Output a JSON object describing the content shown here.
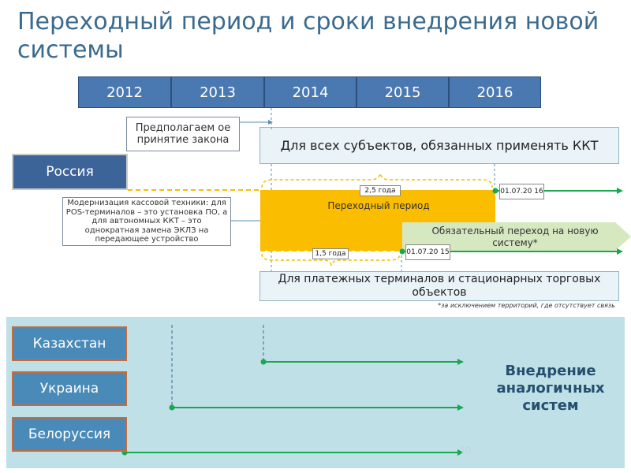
{
  "title": "Переходный период и сроки внедрения новой системы",
  "years": [
    "2012",
    "2013",
    "2014",
    "2015",
    "2016"
  ],
  "note_law": "Предполагаем ое принятие закона",
  "box_all": "Для всех субъектов, обязанных применять ККТ",
  "russia": "Россия",
  "note_modernization": "Модернизация кассовой техники: для POS-терминалов – это установка ПО, а для автономных ККТ – это однократная замена ЭКЛЗ на передающее устройство",
  "transition_label": "Переходный период",
  "mandatory_label": "Обязательный переход на новую систему*",
  "tag_25": "2,5 года",
  "tag_15": "1,5 года",
  "date_2016": "01.07.20 16",
  "date_2015": "01.07.20 15",
  "box_pos": "Для платежных терминалов и стационарных торговых объектов",
  "footnote": "*за исключением территорий, где отсутствует связь",
  "countries": [
    "Казахстан",
    "Украина",
    "Белоруссия"
  ],
  "analog": "Внедрение аналогичных систем",
  "page_number": "10",
  "colors": {
    "title": "#3a6a8f",
    "year_bar": "#4a78b0",
    "transition": "#fbbd00",
    "mandatory": "#d6e8c0",
    "line": "#1aa84f",
    "lower_bg": "#bfe0e7",
    "country_border": "#c86b3c"
  }
}
